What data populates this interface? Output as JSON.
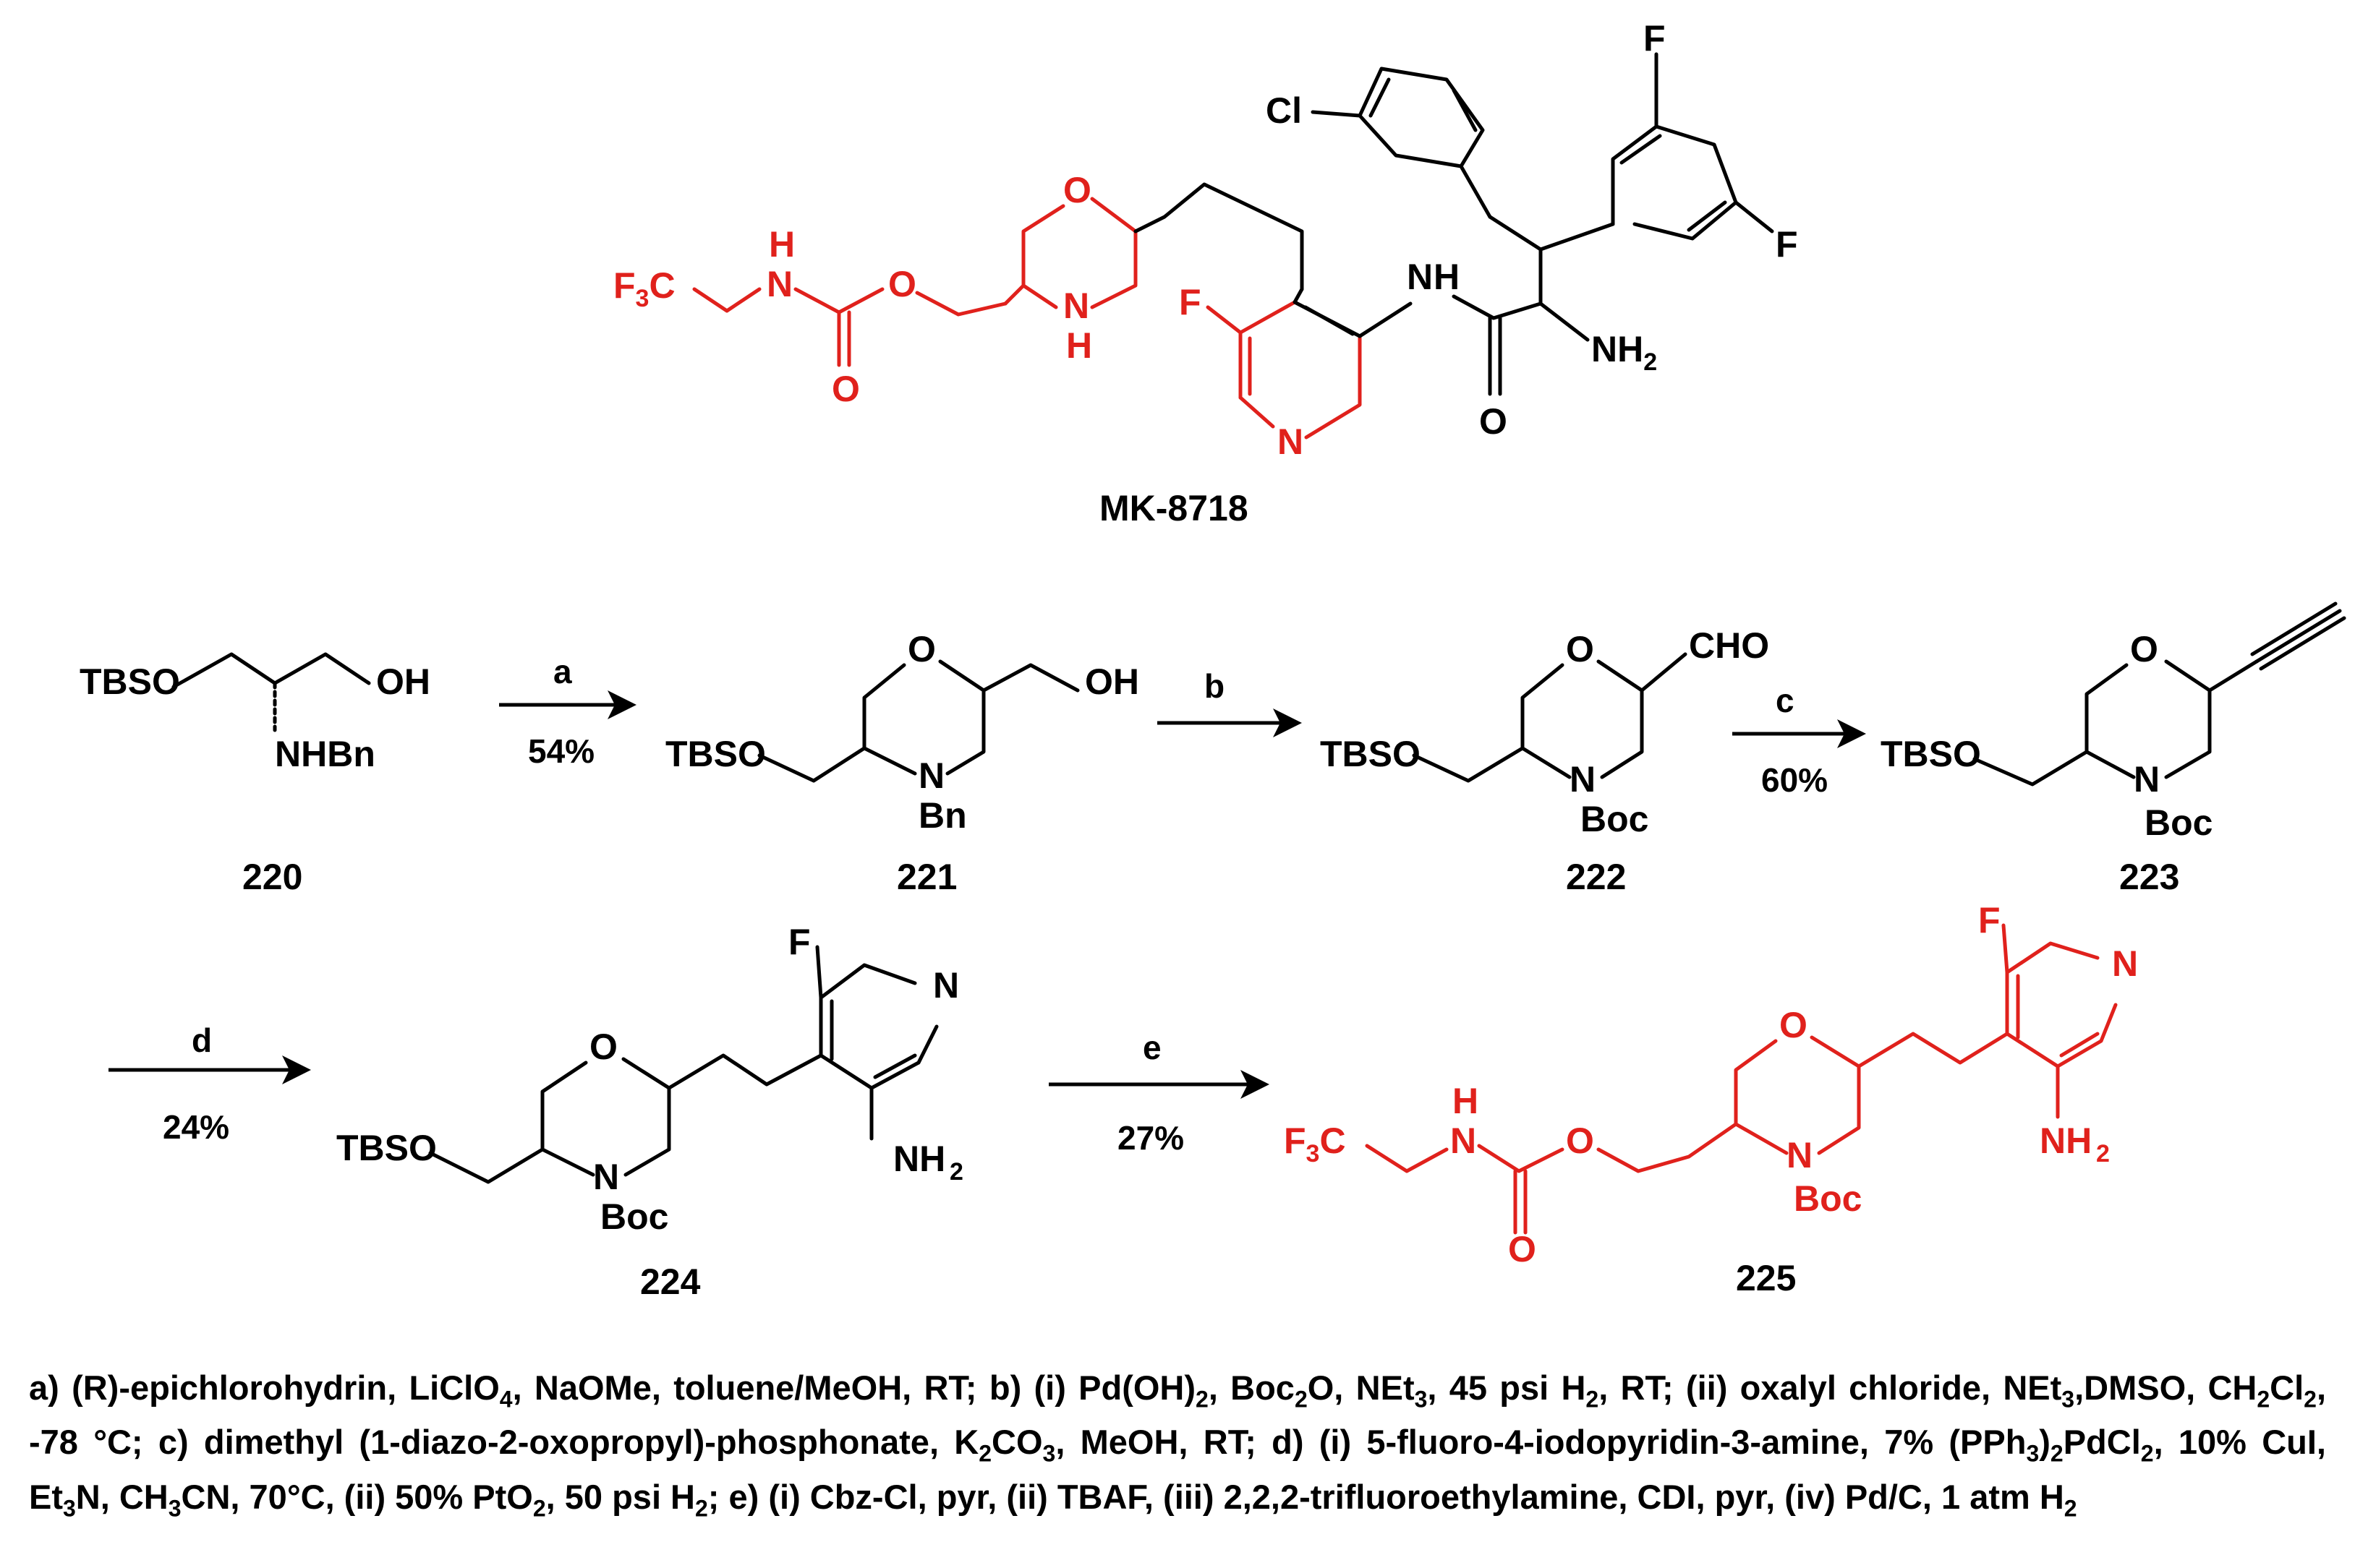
{
  "target": {
    "name": "MK-8718"
  },
  "compounds": [
    {
      "id": "220"
    },
    {
      "id": "221"
    },
    {
      "id": "222"
    },
    {
      "id": "223"
    },
    {
      "id": "224"
    },
    {
      "id": "225"
    }
  ],
  "steps": [
    {
      "letter": "a",
      "yield": "54%"
    },
    {
      "letter": "b",
      "yield": ""
    },
    {
      "letter": "c",
      "yield": "60%"
    },
    {
      "letter": "d",
      "yield": "24%"
    },
    {
      "letter": "e",
      "yield": "27%"
    }
  ],
  "atoms": {
    "TBSO": "TBSO",
    "OH": "OH",
    "NHBn": "NHBn",
    "O": "O",
    "N": "N",
    "H": "H",
    "Bn": "Bn",
    "Boc": "Boc",
    "CHO": "CHO",
    "F": "F",
    "Cl": "Cl",
    "NH": "NH",
    "NH2": "NH",
    "sub2": "2",
    "F3C": "F",
    "sub3": "3",
    "C": "C"
  },
  "colors": {
    "highlight": "#e0211c",
    "ink": "#000000"
  },
  "footnote": {
    "segments": [
      "a) (R)-epichlorohydrin, LiClO",
      "4",
      ", NaOMe, toluene/MeOH, RT; b) (i) Pd(OH)",
      "2",
      ", Boc",
      "2",
      "O, NEt",
      "3",
      ", 45 psi H",
      "2",
      ", RT; (ii) oxalyl chloride, NEt",
      "3",
      ",DMSO, CH",
      "2",
      "Cl",
      "2",
      ", -78 °C; c) dimethyl (1-diazo-2-oxopropyl)-phosphonate, K",
      "2",
      "CO",
      "3",
      ", MeOH, RT; d) (i) 5-fluoro-4-iodopyridin-3-amine, 7% (PPh",
      "3",
      ")",
      "2",
      "PdCl",
      "2",
      ", 10% CuI, Et",
      "3",
      "N, CH",
      "3",
      "CN, 70°C, (ii) 50% PtO",
      "2",
      ", 50 psi H",
      "2",
      "; e) (i) Cbz-Cl, pyr, (ii) TBAF, (iii) 2,2,2-trifluoroethylamine, CDI, pyr, (iv) Pd/C, 1 atm H",
      "2"
    ]
  }
}
